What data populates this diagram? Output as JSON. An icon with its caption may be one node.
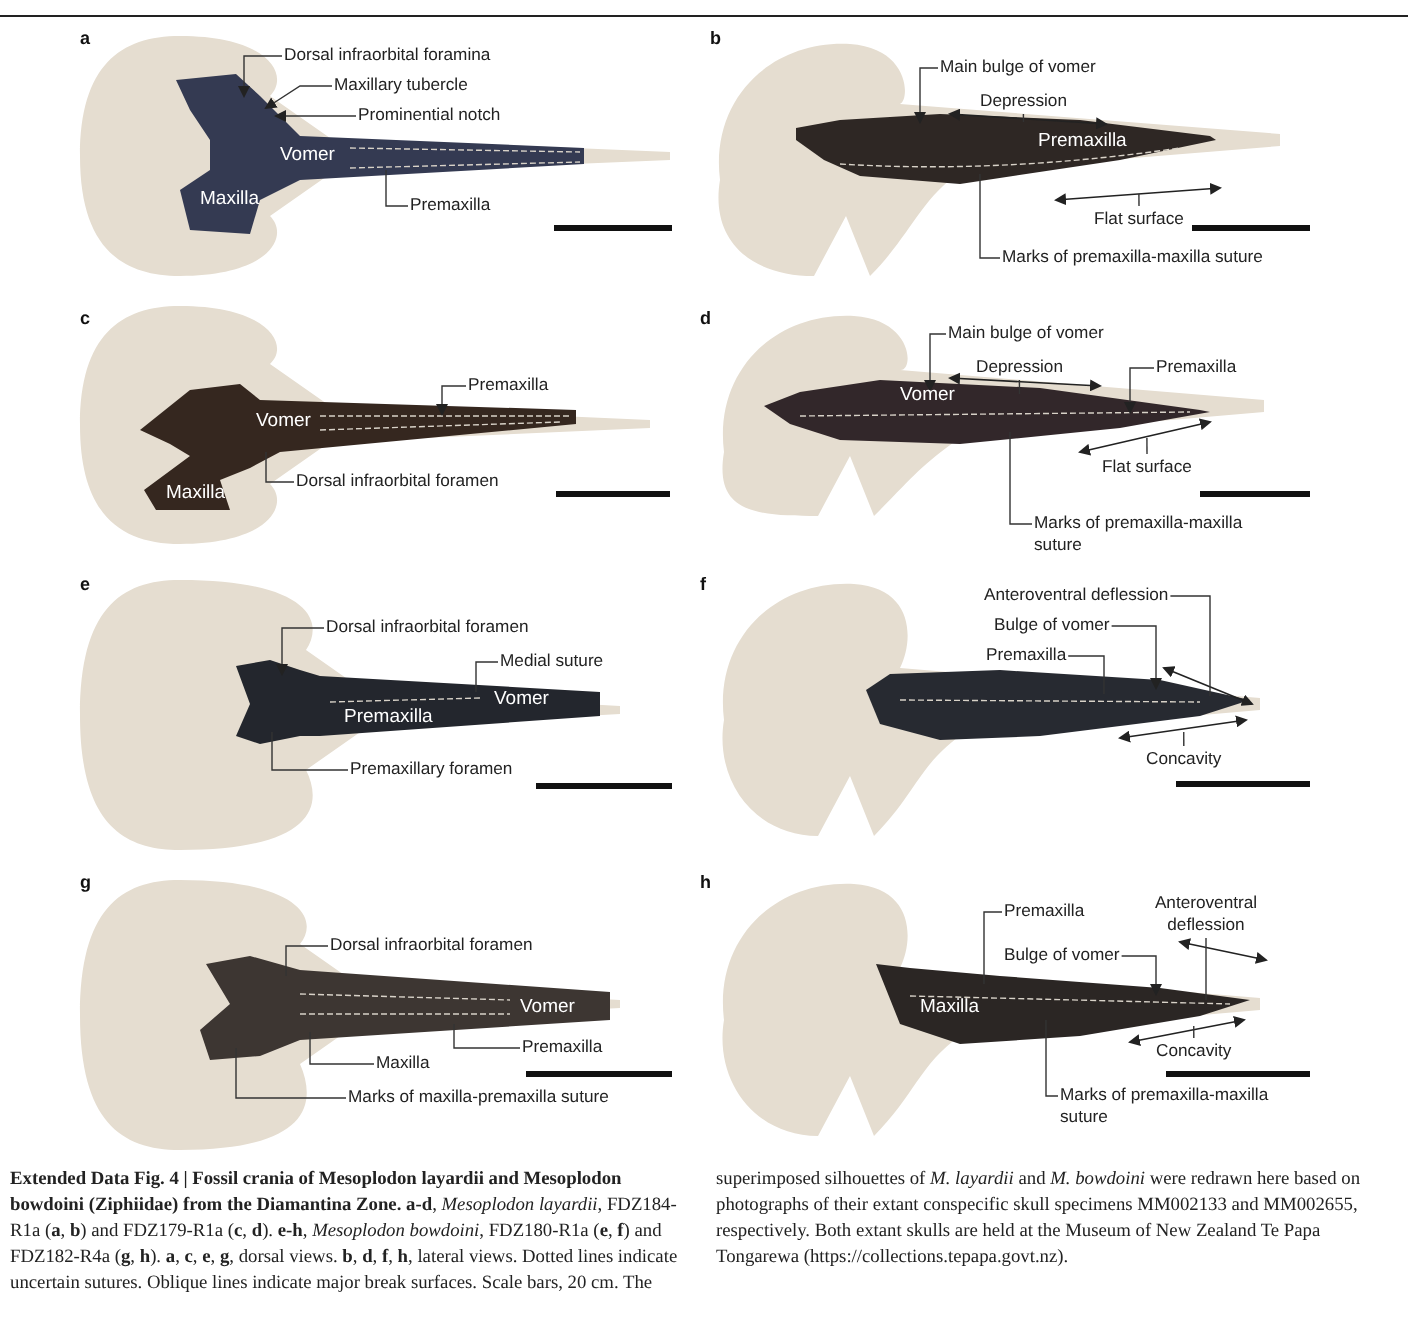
{
  "diagram": {
    "caption": "**Extended Data Fig. 4 | Fossil crania of Mesoplodon layardii and Mesoplodon bowdoini (Ziphiidae) from the Diamantina Zone. a-d**, *Mesoplodon layardii*, FDZ184-R1a (**a**, **b**) and FDZ179-R1a (**c**, **d**). **e-h**, *Mesoplodon bowdoini*, FDZ180-R1a (**e**, **f**) and FDZ182-R4a (**g**, **h**). **a**, **c**, **e**, **g**, dorsal views. **b**, **d**, **f**, **h**, lateral views. Dotted lines indicate uncertain sutures. Oblique lines indicate major break surfaces. Scale bars, 20 cm. The superimposed silhouettes of *M. layardii* and *M. bowdoini* were redrawn here based on photographs of their extant conspecific skull specimens MM002133 and MM002655, respectively. Both extant skulls are held at the Museum of New Zealand Te Papa Tongarewa (https://collections.tepapa.govt.nz).",
    "nodes": [
      {
        "text": [
          "Dorsal infraorbital foramina"
        ]
      },
      {
        "text": [
          "Maxillary tubercle"
        ]
      },
      {
        "text": [
          "Prominential notch"
        ]
      },
      {
        "text": [
          "Premaxilla"
        ]
      },
      {
        "text": [
          "Main bulge of vomer"
        ]
      },
      {
        "text": [
          "Depression"
        ]
      },
      {
        "text": [
          "Flat surface"
        ]
      },
      {
        "text": [
          "Marks of premaxilla-maxilla suture"
        ]
      },
      {
        "text": [
          "Premaxilla"
        ]
      },
      {
        "text": [
          "Dorsal infraorbital foramen"
        ]
      },
      {
        "text": [
          "Main bulge of vomer"
        ]
      },
      {
        "text": [
          "Depression"
        ]
      },
      {
        "text": [
          "Premaxilla"
        ]
      },
      {
        "text": [
          "Flat surface"
        ]
      },
      {
        "text": [
          "Marks of premaxilla-maxilla suture"
        ]
      },
      {
        "text": [
          "Dorsal infraorbital foramen"
        ]
      },
      {
        "text": [
          "Medial suture"
        ]
      },
      {
        "text": [
          "Premaxillary foramen"
        ]
      },
      {
        "text": [
          "Anteroventral deflession"
        ]
      },
      {
        "text": [
          "Bulge of vomer"
        ]
      },
      {
        "text": [
          "Premaxilla"
        ]
      },
      {
        "text": [
          "Concavity"
        ]
      },
      {
        "text": [
          "Dorsal infraorbital foramen"
        ]
      },
      {
        "text": [
          "Premaxilla"
        ]
      },
      {
        "text": [
          "Maxilla"
        ]
      },
      {
        "text": [
          "Marks of maxilla-premaxilla suture"
        ]
      },
      {
        "text": [
          "Premaxilla"
        ]
      },
      {
        "text": [
          "Anteroventral deflession"
        ]
      },
      {
        "text": [
          "Bulge of vomer"
        ]
      },
      {
        "text": [
          "Concavity"
        ]
      },
      {
        "text": [
          "Marks of premaxilla-maxilla suture"
        ]
      },
      {
        "text": [],
        "shape": "picture"
      },
      {
        "text": [],
        "shape": "picture"
      },
      {
        "text": [],
        "shape": "picture"
      },
      {
        "text": [],
        "shape": "picture"
      },
      {
        "text": [],
        "shape": "picture"
      },
      {
        "text": [],
        "shape": "picture"
      },
      {
        "text": [],
        "shape": "picture"
      },
      {
        "text": [],
        "shape": "picture"
      }
    ],
    "edges": [
      {
        "from": 0,
        "to": 31,
        "arrow": "to"
      },
      {
        "from": 1,
        "to": 31,
        "arrow": "to"
      },
      {
        "from": 2,
        "to": 31,
        "arrow": "to"
      },
      {
        "from": 3,
        "to": 31,
        "arrow": "none"
      },
      {
        "from": 4,
        "to": 32,
        "arrow": "to"
      },
      {
        "from": 5,
        "to": 32,
        "arrow": "none"
      },
      {
        "from": 6,
        "to": null,
        "arrow": "none"
      },
      {
        "from": 7,
        "to": 32,
        "arrow": "none"
      },
      {
        "from": 8,
        "to": 33,
        "arrow": "to"
      },
      {
        "from": 9,
        "to": 33,
        "arrow": "none"
      },
      {
        "from": 10,
        "to": 34,
        "arrow": "to"
      },
      {
        "from": 11,
        "to": 34,
        "arrow": "none"
      },
      {
        "from": 12,
        "to": 34,
        "arrow": "to"
      },
      {
        "from": 13,
        "to": null,
        "arrow": "none"
      },
      {
        "from": 14,
        "to": 34,
        "arrow": "none"
      },
      {
        "from": 15,
        "to": 35,
        "arrow": "to"
      },
      {
        "from": 16,
        "to": 35,
        "arrow": "none"
      },
      {
        "from": 17,
        "to": 35,
        "arrow": "none"
      },
      {
        "from": 18,
        "to": 36,
        "arrow": "none"
      },
      {
        "from": 19,
        "to": 36,
        "arrow": "to"
      },
      {
        "from": 20,
        "to": 36,
        "arrow": "none"
      },
      {
        "from": 21,
        "to": null,
        "arrow": "none"
      },
      {
        "from": 22,
        "to": 37,
        "arrow": "none"
      },
      {
        "from": 23,
        "to": 37,
        "arrow": "none"
      },
      {
        "from": 24,
        "to": 37,
        "arrow": "none"
      },
      {
        "from": 25,
        "to": 37,
        "arrow": "none"
      },
      {
        "from": 26,
        "to": 38,
        "arrow": "none"
      },
      {
        "from": 27,
        "to": 38,
        "arrow": "none"
      },
      {
        "from": 28,
        "to": 38,
        "arrow": "to"
      },
      {
        "from": 29,
        "to": null,
        "arrow": "none"
      },
      {
        "from": 30,
        "to": 38,
        "arrow": "none"
      }
    ],
    "labels": [
      "a",
      "Vomer",
      "Maxilla",
      "b",
      "Premaxilla",
      "c",
      "Vomer",
      "Maxilla",
      "d",
      "Vomer",
      "e",
      "Vomer",
      "Premaxilla",
      "f",
      "g",
      "Vomer",
      "h",
      "Maxilla"
    ]
  }
}
